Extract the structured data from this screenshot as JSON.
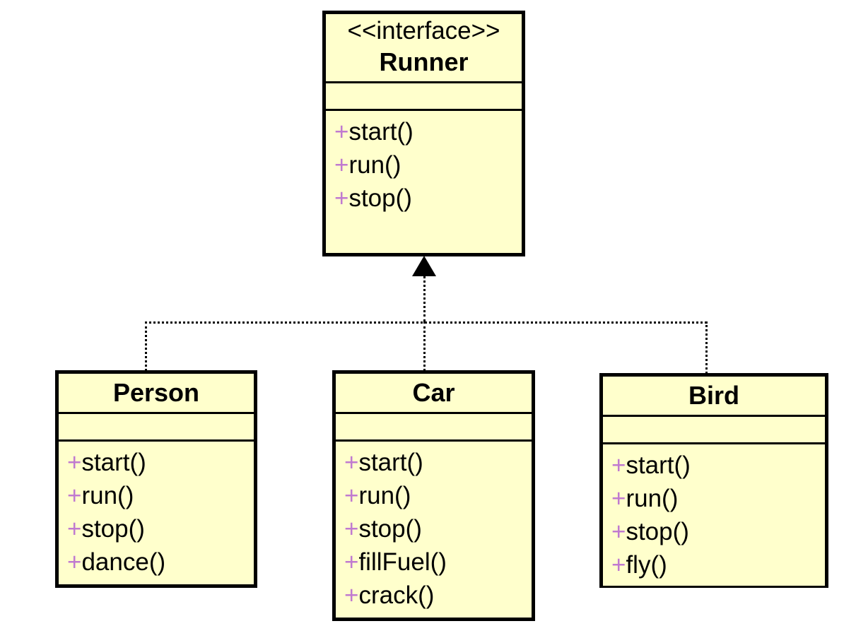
{
  "diagram": {
    "title": "Runner interface realization UML class diagram",
    "colors": {
      "box_fill": "#ffffcc",
      "box_border": "#000000",
      "visibility_public": "#c07ad0",
      "canvas": "#ffffff"
    }
  },
  "classes": {
    "runner": {
      "stereotype": "<<interface>>",
      "name": "Runner",
      "attributes": [],
      "operations": [
        {
          "visibility": "+",
          "signature": "start()"
        },
        {
          "visibility": "+",
          "signature": "run()"
        },
        {
          "visibility": "+",
          "signature": "stop()"
        }
      ]
    },
    "person": {
      "stereotype": "",
      "name": "Person",
      "attributes": [],
      "operations": [
        {
          "visibility": "+",
          "signature": "start()"
        },
        {
          "visibility": "+",
          "signature": "run()"
        },
        {
          "visibility": "+",
          "signature": "stop()"
        },
        {
          "visibility": "+",
          "signature": "dance()"
        }
      ]
    },
    "car": {
      "stereotype": "",
      "name": "Car",
      "attributes": [],
      "operations": [
        {
          "visibility": "+",
          "signature": "start()"
        },
        {
          "visibility": "+",
          "signature": "run()"
        },
        {
          "visibility": "+",
          "signature": "stop()"
        },
        {
          "visibility": "+",
          "signature": "fillFuel()"
        },
        {
          "visibility": "+",
          "signature": "crack()"
        }
      ]
    },
    "bird": {
      "stereotype": "",
      "name": "Bird",
      "attributes": [],
      "operations": [
        {
          "visibility": "+",
          "signature": "start()"
        },
        {
          "visibility": "+",
          "signature": "run()"
        },
        {
          "visibility": "+",
          "signature": "stop()"
        },
        {
          "visibility": "+",
          "signature": "fly()"
        }
      ]
    }
  },
  "relationships": [
    {
      "type": "realization",
      "from": "Person",
      "to": "Runner"
    },
    {
      "type": "realization",
      "from": "Car",
      "to": "Runner"
    },
    {
      "type": "realization",
      "from": "Bird",
      "to": "Runner"
    }
  ]
}
